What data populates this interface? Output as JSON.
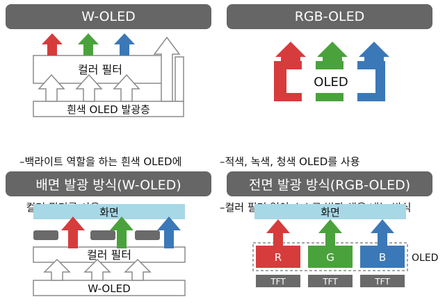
{
  "panels": {
    "top_left": {
      "title": "W-OLED",
      "box_label": "컬러 필터",
      "bottom_label": "흰색 OLED 발광층",
      "desc_line1": "–백라이트 역할을 하는 흰색 OLED에",
      "desc_line2": "  컬러 필터를 사용"
    },
    "top_right": {
      "title": "RGB-OLED",
      "box_label": "OLED",
      "desc_line1": "–적색, 녹색, 청색 OLED를 사용",
      "desc_line2": "–컬러 필터 없이 스스로 빛과 색을 내는 방식"
    },
    "bottom_left": {
      "title": "배면 발광 방식(W-OLED)",
      "screen_label": "화면",
      "filter_label": "컬러 필터",
      "oled_label": "W-OLED"
    },
    "bottom_right": {
      "title": "전면 발광 방식(RGB-OLED)",
      "screen_label": "화면",
      "subpixels": [
        "R",
        "G",
        "B"
      ],
      "tft_labels": [
        "TFT",
        "TFT",
        "TFT"
      ],
      "oled_label": "OLED"
    }
  },
  "colors": {
    "header_bg": "#666666",
    "red": "#d63c3c",
    "green": "#4aa23c",
    "blue": "#3b78b8",
    "screen": "#a7d8e6",
    "dark_block": "#6a6a6a"
  }
}
